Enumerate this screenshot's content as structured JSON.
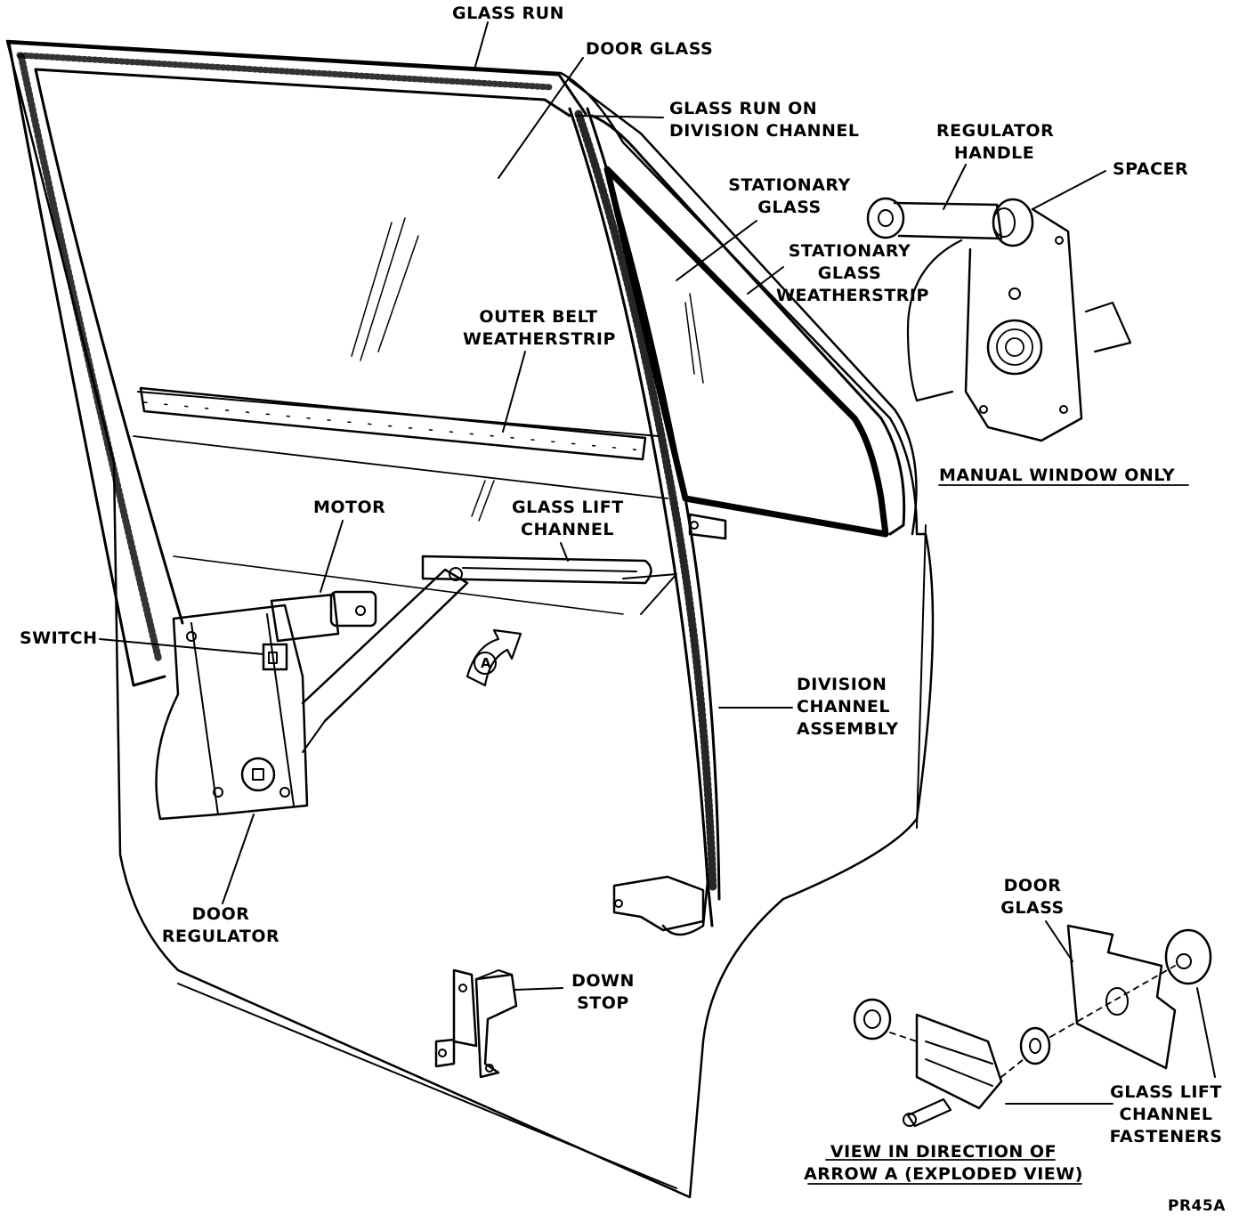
{
  "labels": {
    "glass_run": "GLASS RUN",
    "door_glass": "DOOR GLASS",
    "glass_run_on_division_channel": [
      "GLASS RUN ON",
      "DIVISION CHANNEL"
    ],
    "regulator_handle": [
      "REGULATOR",
      "HANDLE"
    ],
    "spacer": "SPACER",
    "stationary_glass": [
      "STATIONARY",
      "GLASS"
    ],
    "stationary_glass_weatherstrip": [
      "STATIONARY",
      "GLASS",
      "WEATHERSTRIP"
    ],
    "outer_belt_weatherstrip": [
      "OUTER BELT",
      "WEATHERSTRIP"
    ],
    "manual_window_only": "MANUAL WINDOW ONLY",
    "motor": "MOTOR",
    "glass_lift_channel": [
      "GLASS LIFT",
      "CHANNEL"
    ],
    "switch": "SWITCH",
    "arrow_a": "A",
    "division_channel_assembly": [
      "DIVISION",
      "CHANNEL",
      "ASSEMBLY"
    ],
    "door_regulator": [
      "DOOR",
      "REGULATOR"
    ],
    "down_stop": [
      "DOWN",
      "STOP"
    ],
    "door_glass_detail": [
      "DOOR",
      "GLASS"
    ],
    "glass_lift_channel_fasteners": [
      "GLASS LIFT",
      "CHANNEL",
      "FASTENERS"
    ],
    "view_in_direction": [
      "VIEW IN DIRECTION OF",
      "ARROW A (EXPLODED VIEW)"
    ],
    "figure_code": "PR45A"
  }
}
